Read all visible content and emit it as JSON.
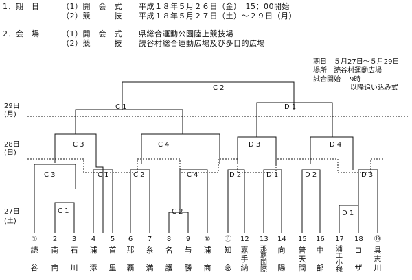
{
  "schedule": {
    "section1": {
      "label": "1．期　日",
      "lines": [
        {
          "item": "（1）開　会　式",
          "text": "平成１８年５月２６日（金）　15：00開始"
        },
        {
          "item": "（2）競　　　技",
          "text": "平成１８年５月２７日（土）～２９日（月）"
        }
      ]
    },
    "section2": {
      "label": "2．会　場",
      "lines": [
        {
          "item": "（1）開　会　式",
          "text": "県総合運動公園陸上競技場"
        },
        {
          "item": "（2）競　　　技",
          "text": "読谷村総合運動広場及び多目的広場"
        }
      ]
    }
  },
  "box": {
    "l1": "期日　５月27日～５月29日",
    "l2": "場所　読谷村運動広場",
    "l3": "試合開始　 9時",
    "l4": "以降追い込み式"
  },
  "days": {
    "d29": {
      "date": "29日",
      "dow": "(月)"
    },
    "d28": {
      "date": "28日",
      "dow": "(日)"
    },
    "d27": {
      "date": "27日",
      "dow": "(土)"
    }
  },
  "courts": {
    "top": "C 2",
    "c1_upper": "C 1",
    "d1_upper": "D 1",
    "c3_28": "C 3",
    "c4_28": "C 4",
    "d3_28": "D 3",
    "d4_28": "D 4",
    "c3_27": "C 3",
    "c1_27": "C 1",
    "c2_27": "C 2",
    "c4_27": "C 4",
    "d2_27": "D 2",
    "d1_27": "D 1",
    "d2b_27": "D 2",
    "d3_27": "D 3",
    "c1_low": "C 1",
    "c2_low": "C 2",
    "d1_low": "D 1"
  },
  "teams": [
    {
      "num": "①",
      "name": [
        "読",
        "谷"
      ]
    },
    {
      "num": "2",
      "name": [
        "南",
        "商"
      ]
    },
    {
      "num": "3",
      "name": [
        "石",
        "川"
      ]
    },
    {
      "num": "4",
      "name": [
        "浦",
        "添"
      ]
    },
    {
      "num": "5",
      "name": [
        "首",
        "里"
      ]
    },
    {
      "num": "6",
      "name": [
        "那",
        "覇"
      ]
    },
    {
      "num": "7",
      "name": [
        "糸",
        "満"
      ]
    },
    {
      "num": "8",
      "name": [
        "名",
        "護"
      ]
    },
    {
      "num": "9",
      "name": [
        "与",
        "勝"
      ]
    },
    {
      "num": "⑩",
      "name": [
        "浦",
        "商"
      ]
    },
    {
      "num": "⑪",
      "name": [
        "知",
        "念"
      ]
    },
    {
      "num": "12",
      "name": [
        "嘉",
        "手",
        "納"
      ]
    },
    {
      "num": "13",
      "name": [
        "那",
        "覇",
        "国",
        "際"
      ]
    },
    {
      "num": "14",
      "name": [
        "向",
        "陽"
      ]
    },
    {
      "num": "15",
      "name": [
        "普",
        "天",
        "間"
      ]
    },
    {
      "num": "16",
      "name": [
        "中",
        "部"
      ]
    },
    {
      "num": "17",
      "name": [
        "浦",
        "工",
        "小",
        "禄"
      ]
    },
    {
      "num": "18",
      "name": [
        "コ",
        "ザ"
      ]
    },
    {
      "num": "⑲",
      "name": [
        "具",
        "志",
        "川"
      ]
    }
  ]
}
